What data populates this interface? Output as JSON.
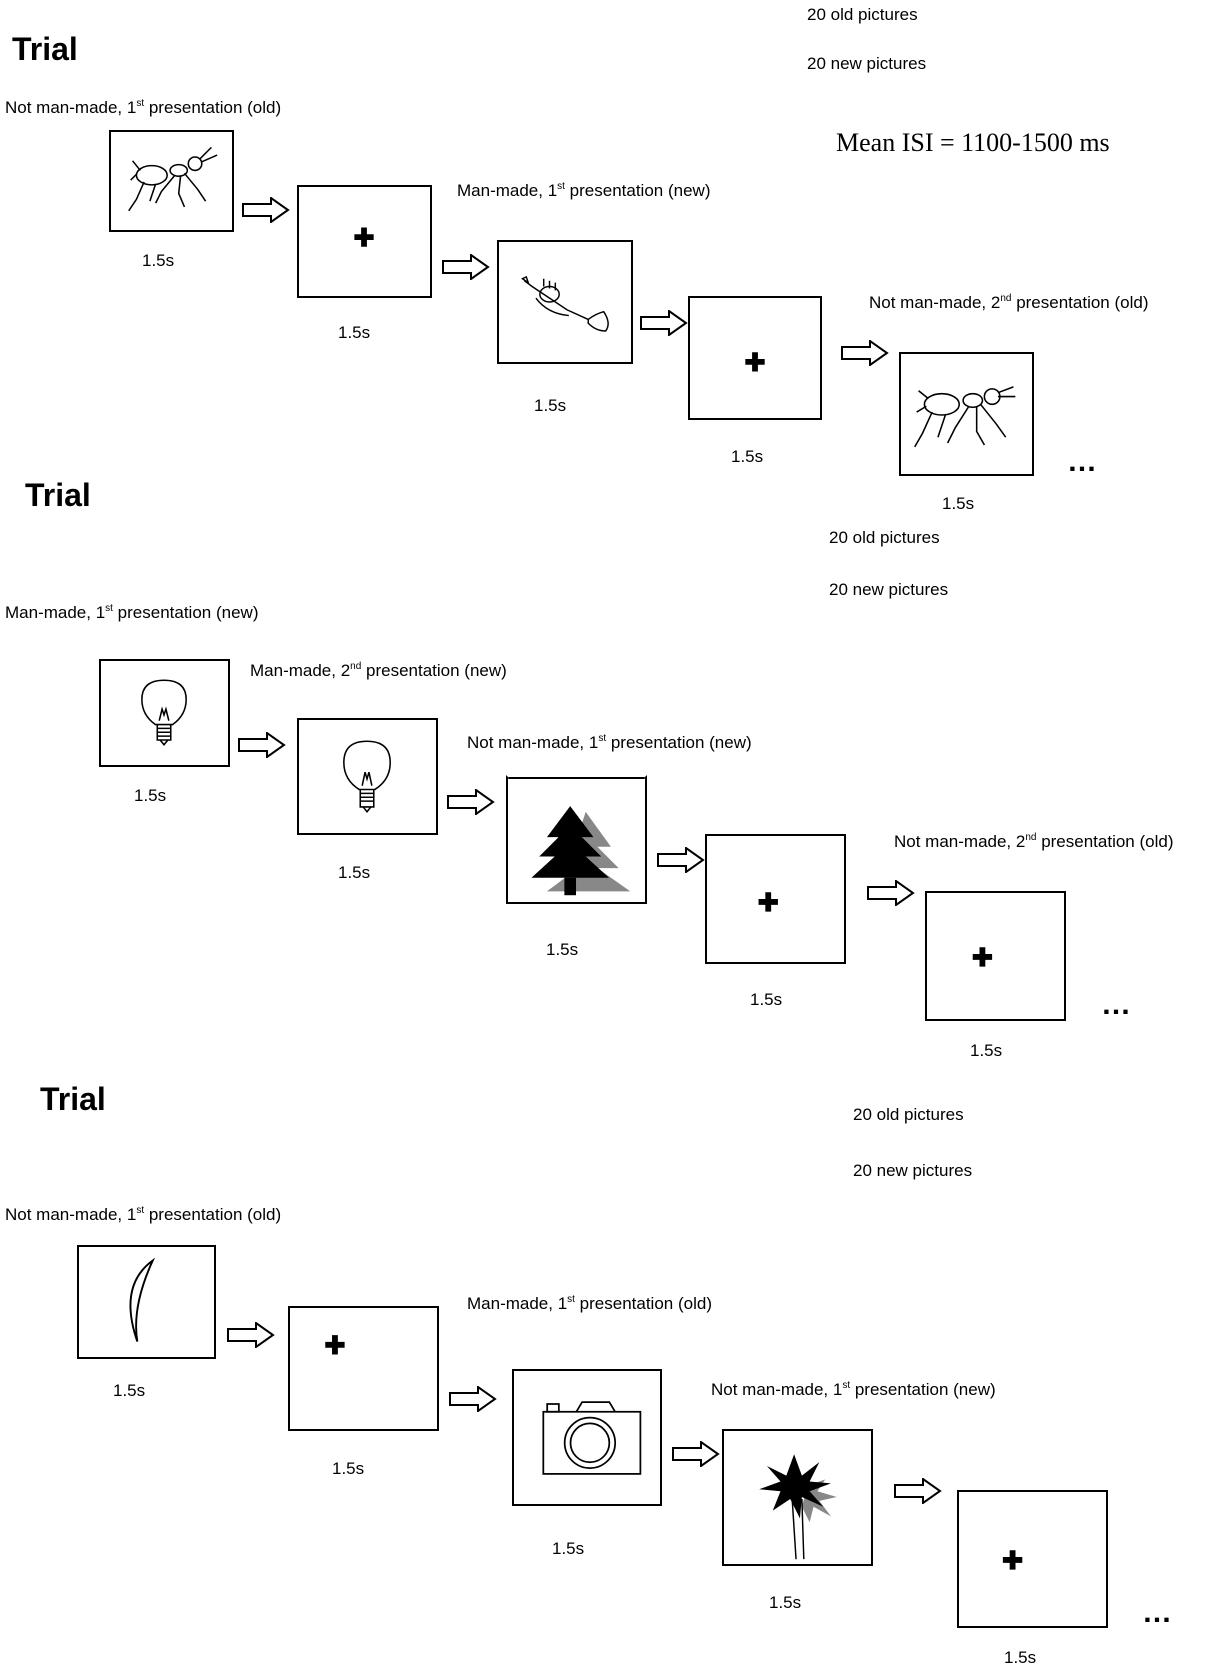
{
  "header": {
    "old_pictures": "20 old pictures",
    "new_pictures": "20 new pictures",
    "mean_isi": "Mean ISI = 1100-1500 ms"
  },
  "panels": [
    {
      "title": "Trial",
      "old_pictures": "",
      "new_pictures": "",
      "labels": [
        {
          "pre": "Not man-made, 1",
          "sup": "st",
          "post": " presentation (old)"
        },
        {
          "pre": "Man-made, 1",
          "sup": "st",
          "post": " presentation (new)"
        },
        {
          "pre": "Not man-made, 2",
          "sup": "nd",
          "post": " presentation (old)"
        }
      ],
      "durations": [
        "1.5s",
        "1.5s",
        "1.5s",
        "1.5s",
        "1.5s"
      ],
      "stimuli": [
        "ant-icon",
        "fixation-cross-icon",
        "trumpet-icon",
        "fixation-cross-icon",
        "ant-icon"
      ],
      "ellipsis": "…"
    },
    {
      "title": "Trial",
      "old_pictures": "20 old pictures",
      "new_pictures": "20 new pictures",
      "labels": [
        {
          "pre": "Man-made, 1",
          "sup": "st",
          "post": " presentation (new)"
        },
        {
          "pre": "Man-made, 2",
          "sup": "nd",
          "post": " presentation (new)"
        },
        {
          "pre": "Not man-made, 1",
          "sup": "st",
          "post": " presentation (new)"
        },
        {
          "pre": "Not man-made, 2",
          "sup": "nd",
          "post": " presentation (old)"
        }
      ],
      "durations": [
        "1.5s",
        "1.5s",
        "1.5s",
        "1.5s",
        "1.5s"
      ],
      "stimuli": [
        "lightbulb-icon",
        "lightbulb-icon",
        "pine-tree-icon",
        "fixation-cross-icon",
        "fixation-cross-icon"
      ],
      "ellipsis": "…"
    },
    {
      "title": "Trial",
      "old_pictures": "20 old pictures",
      "new_pictures": "20 new pictures",
      "labels": [
        {
          "pre": "Not man-made, 1",
          "sup": "st",
          "post": " presentation (old)"
        },
        {
          "pre": "Man-made, 1",
          "sup": "st",
          "post": " presentation (old)"
        },
        {
          "pre": "Not man-made, 1",
          "sup": "st",
          "post": " presentation (new)"
        }
      ],
      "durations": [
        "1.5s",
        "1.5s",
        "1.5s",
        "1.5s",
        "1.5s"
      ],
      "stimuli": [
        "crescent-moon-icon",
        "fixation-cross-icon",
        "camera-icon",
        "palm-tree-icon",
        "fixation-cross-icon"
      ],
      "ellipsis": "…"
    }
  ]
}
